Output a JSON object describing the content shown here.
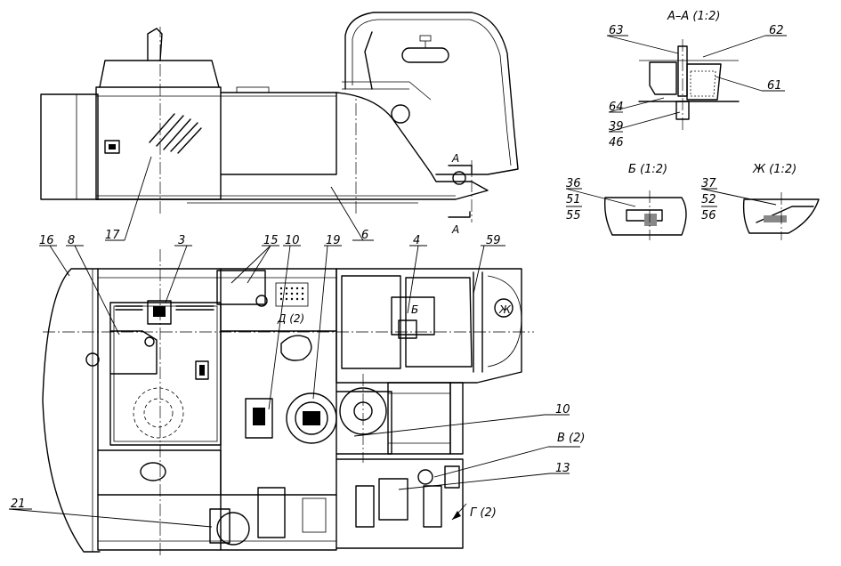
{
  "views": {
    "section_aa": "А–А (1:2)",
    "view_b": "Б (1:2)",
    "view_zh": "Ж (1:2)",
    "view_d": "Д (2)",
    "view_v": "В (2)",
    "view_g": "Г (2)",
    "marker_a_top": "А",
    "marker_a_bottom": "А",
    "marker_b": "Б",
    "marker_zh": "Ж"
  },
  "callouts": {
    "c17": "17",
    "c6": "6",
    "c16": "16",
    "c8": "8",
    "c3": "3",
    "c15": "15",
    "c10a": "10",
    "c19": "19",
    "c4": "4",
    "c59": "59",
    "c10b": "10",
    "c13": "13",
    "c21": "21",
    "c63": "63",
    "c62": "62",
    "c61": "61",
    "c64": "64",
    "c39": "39",
    "c46": "46",
    "c36": "36",
    "c51": "51",
    "c55": "55",
    "c37": "37",
    "c52": "52",
    "c56": "56"
  }
}
